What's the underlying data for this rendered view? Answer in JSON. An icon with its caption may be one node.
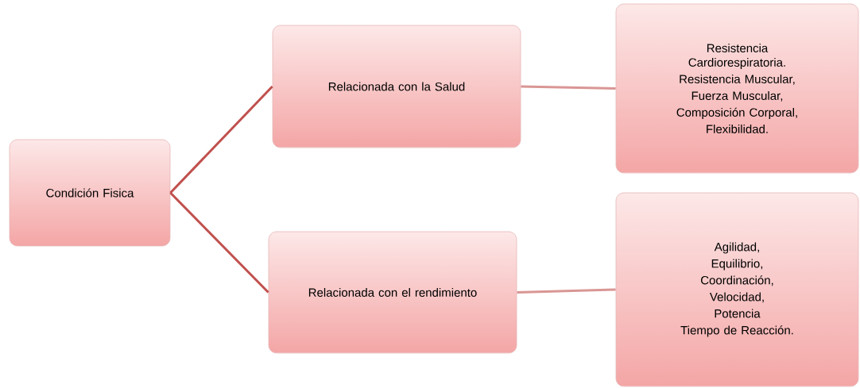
{
  "diagram": {
    "nodes": [
      {
        "text": [
          "Condición Fisica"
        ]
      },
      {
        "text": [
          "Relacionada con la Salud"
        ]
      },
      {
        "text": [
          "Resistencia Cardiorespiratoria.",
          "Resistencia Muscular,",
          "Fuerza Muscular,",
          "Composición Corporal,",
          "Flexibilidad."
        ]
      },
      {
        "text": [
          "Relacionada con el rendimiento"
        ]
      },
      {
        "text": [
          "Agilidad,",
          "Equilibrio,",
          "Coordinación,",
          "Velocidad,",
          "Potencia",
          "Tiempo de Reacción."
        ]
      }
    ],
    "edges": [
      {
        "from": 0,
        "to": 1,
        "arrow": "none"
      },
      {
        "from": 0,
        "to": 3,
        "arrow": "none"
      },
      {
        "from": 1,
        "to": 2,
        "arrow": "none",
        "color": "#d99694"
      },
      {
        "from": 3,
        "to": 4,
        "arrow": "none",
        "color": "#d99694"
      }
    ]
  }
}
